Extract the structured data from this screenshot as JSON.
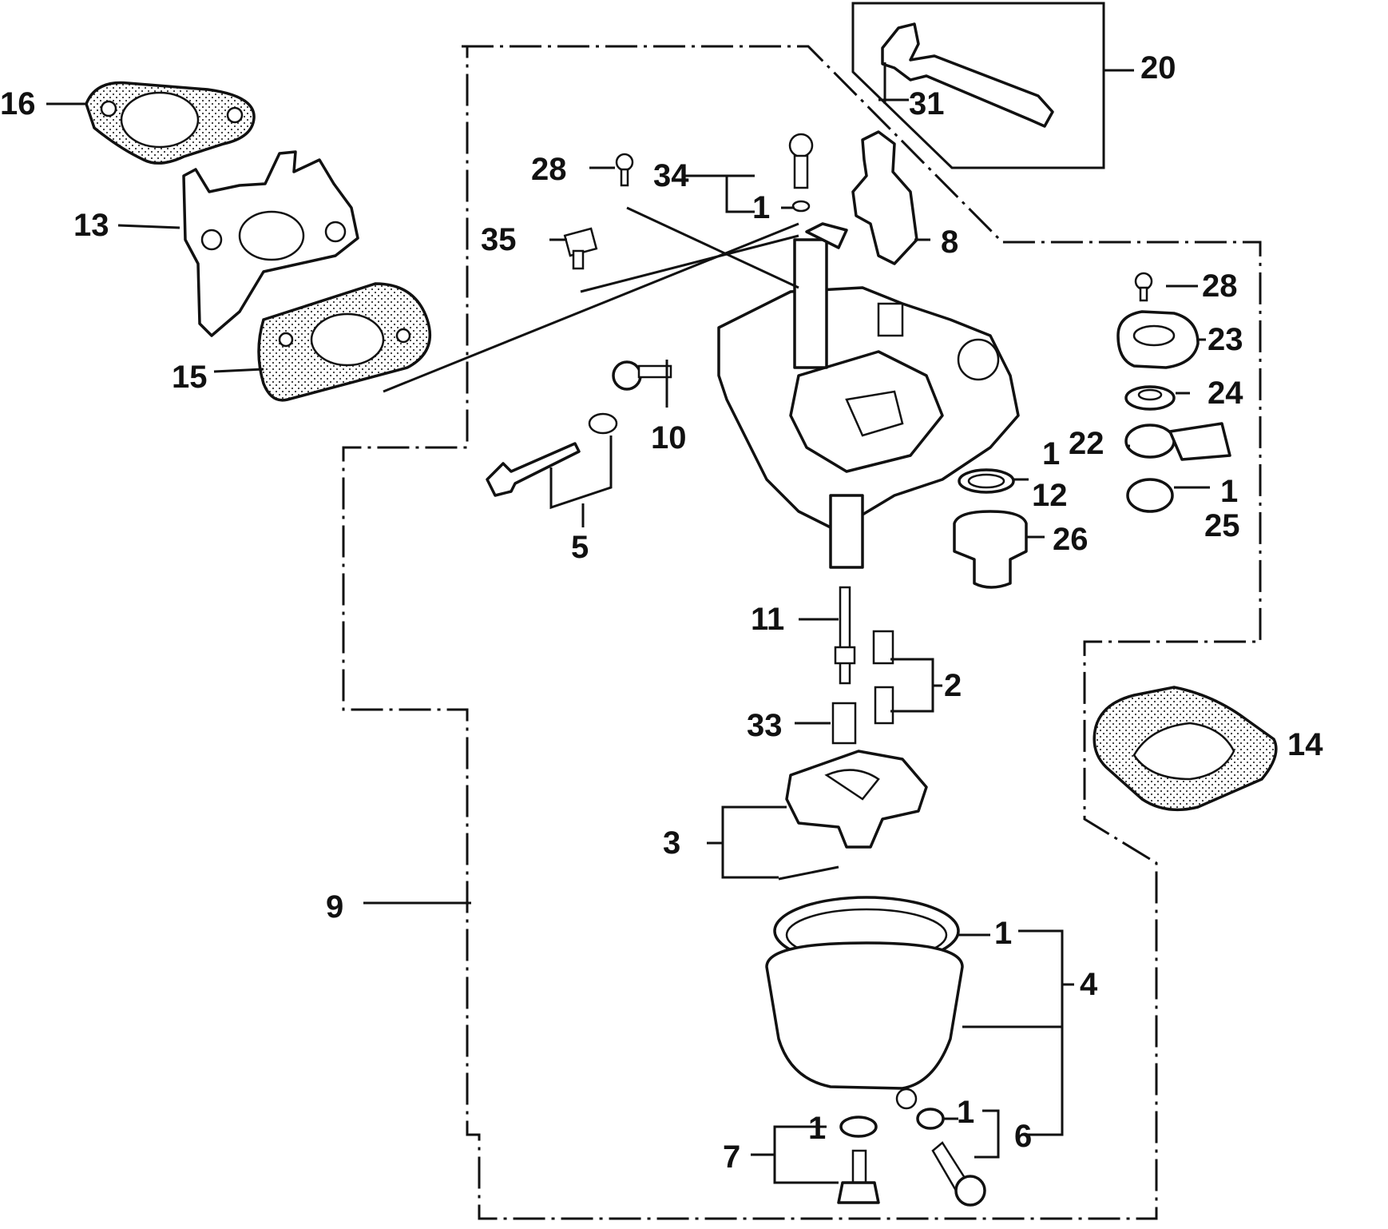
{
  "callouts": {
    "c1a": "1",
    "c1b": "1",
    "c1c": "1",
    "c1d": "1",
    "c1e": "1",
    "c1f": "1",
    "c2": "2",
    "c3": "3",
    "c4": "4",
    "c5": "5",
    "c6": "6",
    "c7": "7",
    "c8": "8",
    "c9": "9",
    "c10": "10",
    "c11": "11",
    "c12": "12",
    "c13": "13",
    "c14": "14",
    "c15": "15",
    "c16": "16",
    "c20": "20",
    "c22": "22",
    "c23": "23",
    "c24": "24",
    "c25": "25",
    "c26": "26",
    "c28a": "28",
    "c28b": "28",
    "c31": "31",
    "c33": "33",
    "c34": "34",
    "c35": "35"
  },
  "colors": {
    "ink": "#111111",
    "paper": "#ffffff"
  }
}
